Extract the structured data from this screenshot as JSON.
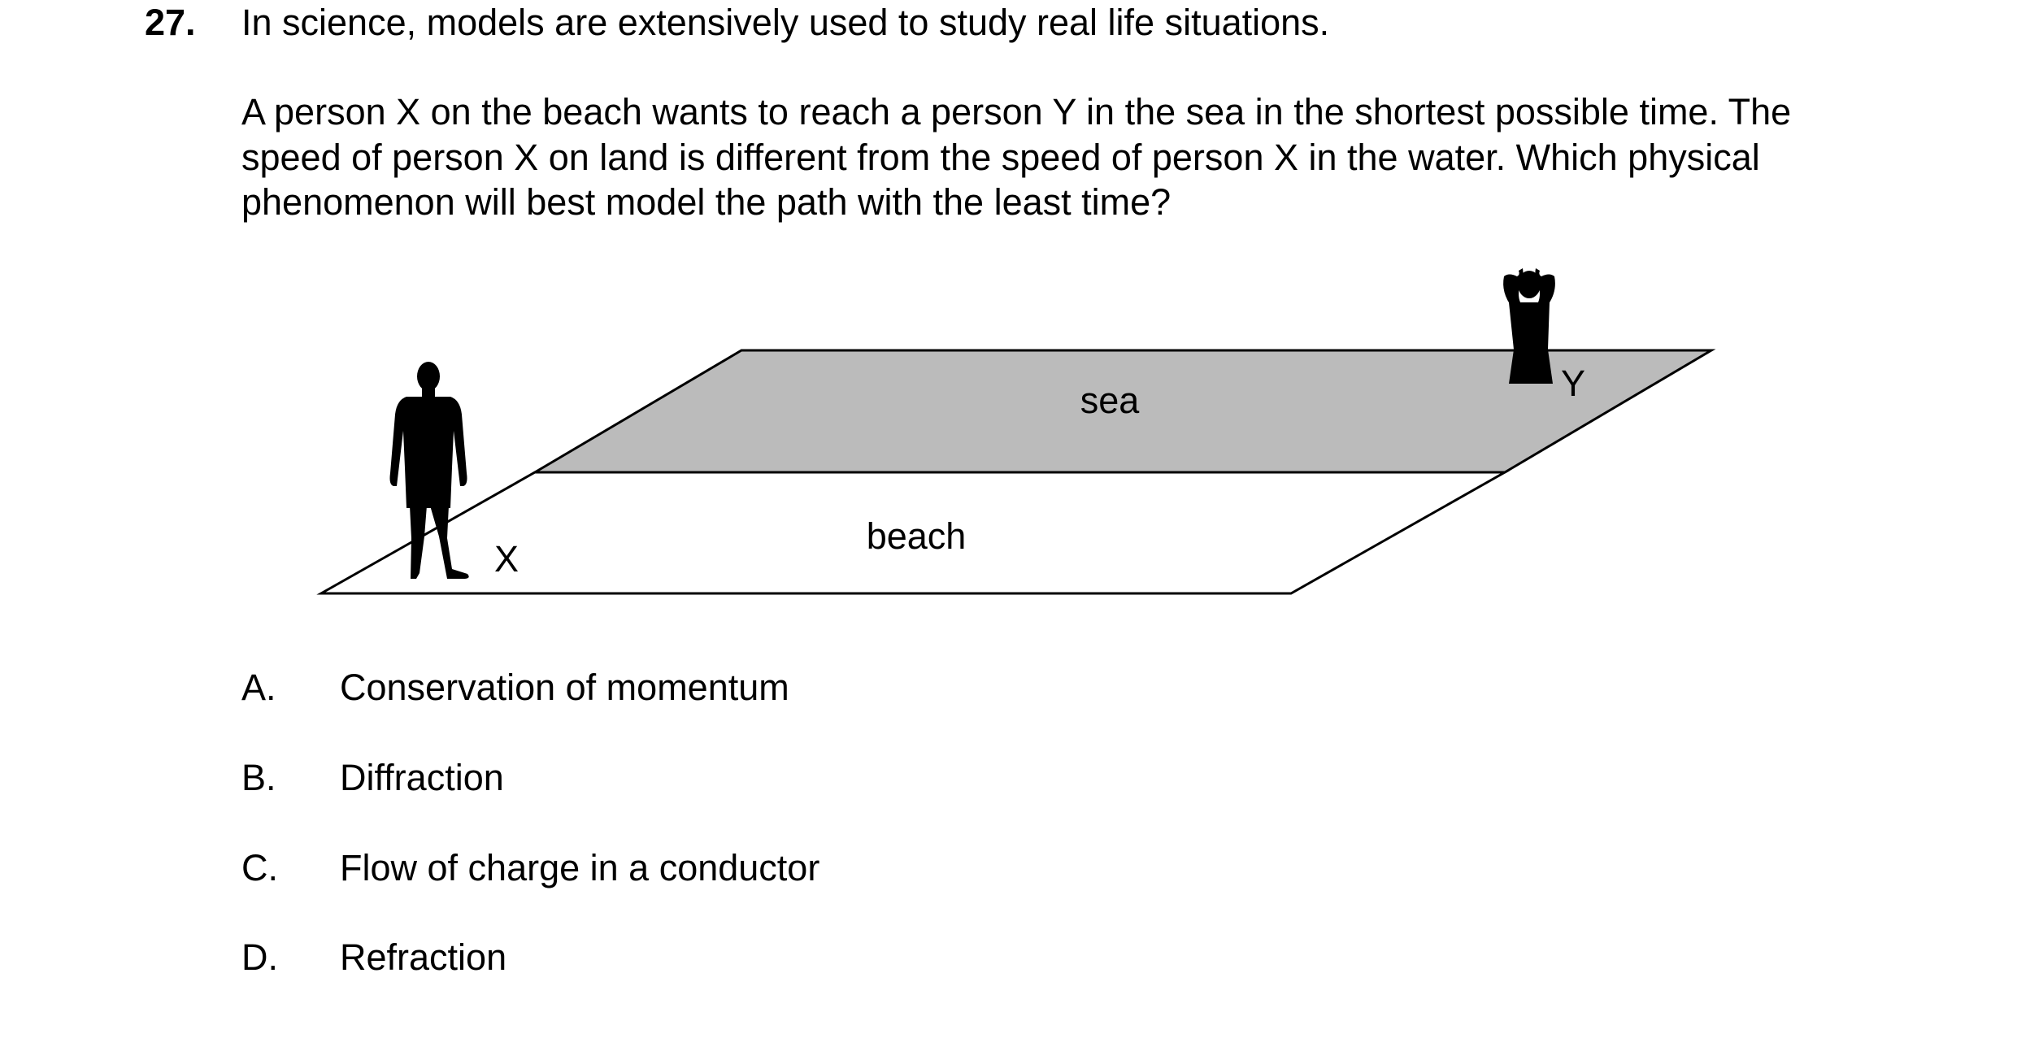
{
  "question": {
    "number": "27.",
    "intro": "In science, models are extensively used to study real life situations.",
    "stem_lines": [
      "A person X on the beach wants to reach a person Y in the sea in the shortest possible time. The",
      "speed of person X on land is different from the speed of person X in the water. Which physical",
      "phenomenon will best model the path with the least time?"
    ]
  },
  "figure": {
    "sea_label": "sea",
    "beach_label": "beach",
    "person_x_label": "X",
    "person_y_label": "Y",
    "sea_color": "#bbbbbb",
    "beach_color": "#ffffff",
    "person_icon": "person-silhouette-icon",
    "swimmer_icon": "swimmer-arms-raised-icon"
  },
  "options": [
    {
      "letter": "A.",
      "text": "Conservation of momentum"
    },
    {
      "letter": "B.",
      "text": "Diffraction"
    },
    {
      "letter": "C.",
      "text": "Flow of charge in a conductor"
    },
    {
      "letter": "D.",
      "text": "Refraction"
    }
  ]
}
